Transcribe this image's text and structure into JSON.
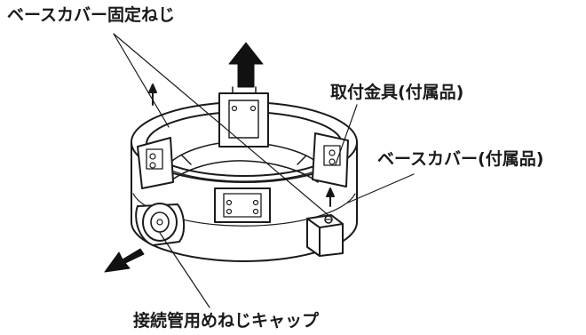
{
  "labels": {
    "screw": "ベースカバー固定ねじ",
    "bracket": "取付金具(付属品)",
    "cover": "ベースカバー(付属品)",
    "cap": "接続管用めねじキャップ"
  },
  "colors": {
    "line": "#1a1a1a",
    "fill": "#ffffff",
    "arrow": "#111111"
  }
}
